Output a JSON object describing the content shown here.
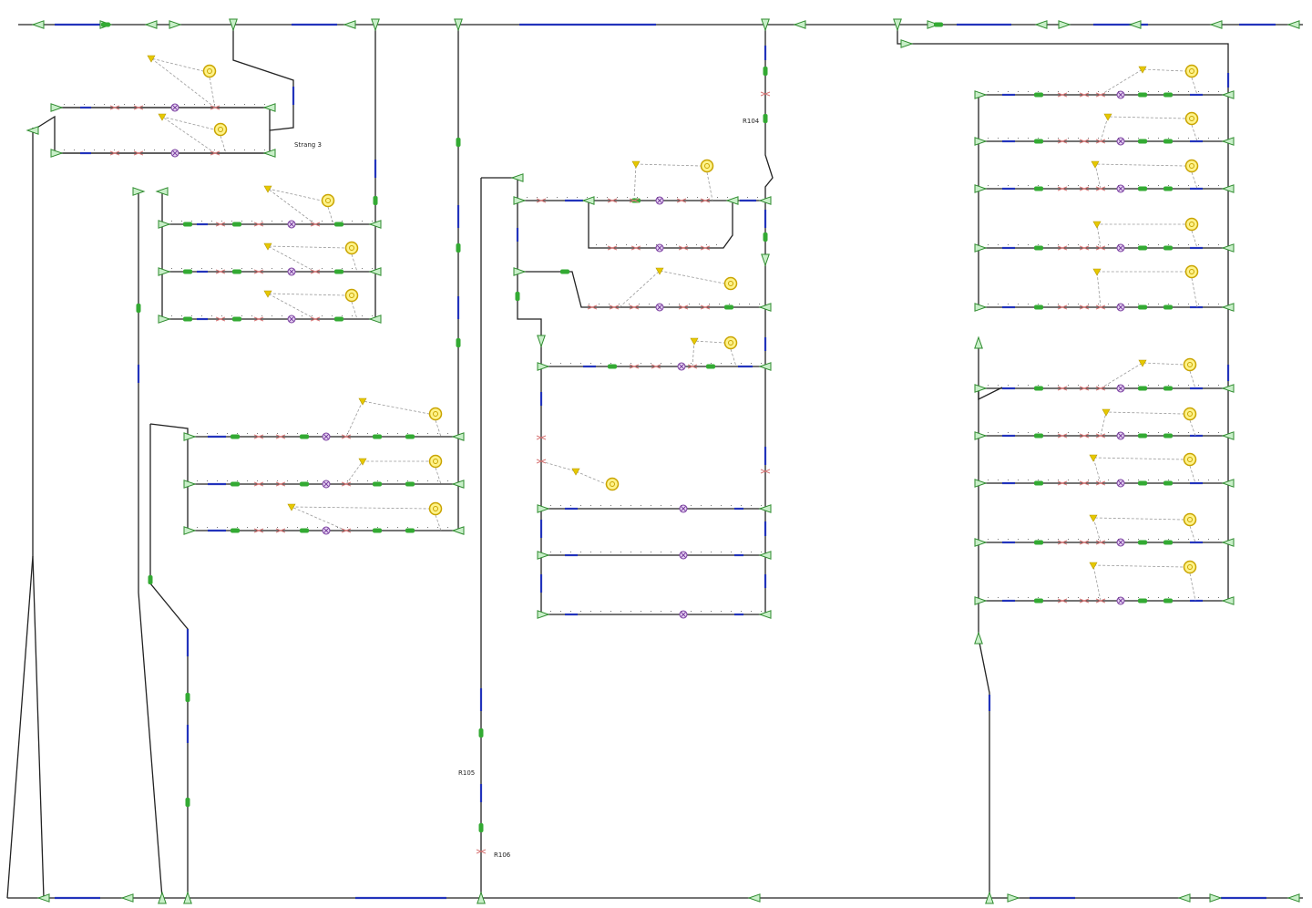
{
  "diagram": {
    "labels": {
      "strang": "Strang 3",
      "r104": "R104",
      "r105": "R105",
      "r106": "R106"
    },
    "colors": {
      "wire": "#222222",
      "segment": "#2233bb",
      "terminal_fill": "#c8efc8",
      "terminal_stroke": "#2e8b2e",
      "switch_fill": "#33aa33",
      "resistor": "#d87a7a",
      "valve": "#7a3fa0",
      "lamp_fill": "#fff38a",
      "lamp_stroke": "#c9a400",
      "sensor": "#e6c800",
      "link": "#9a9a9a"
    }
  }
}
